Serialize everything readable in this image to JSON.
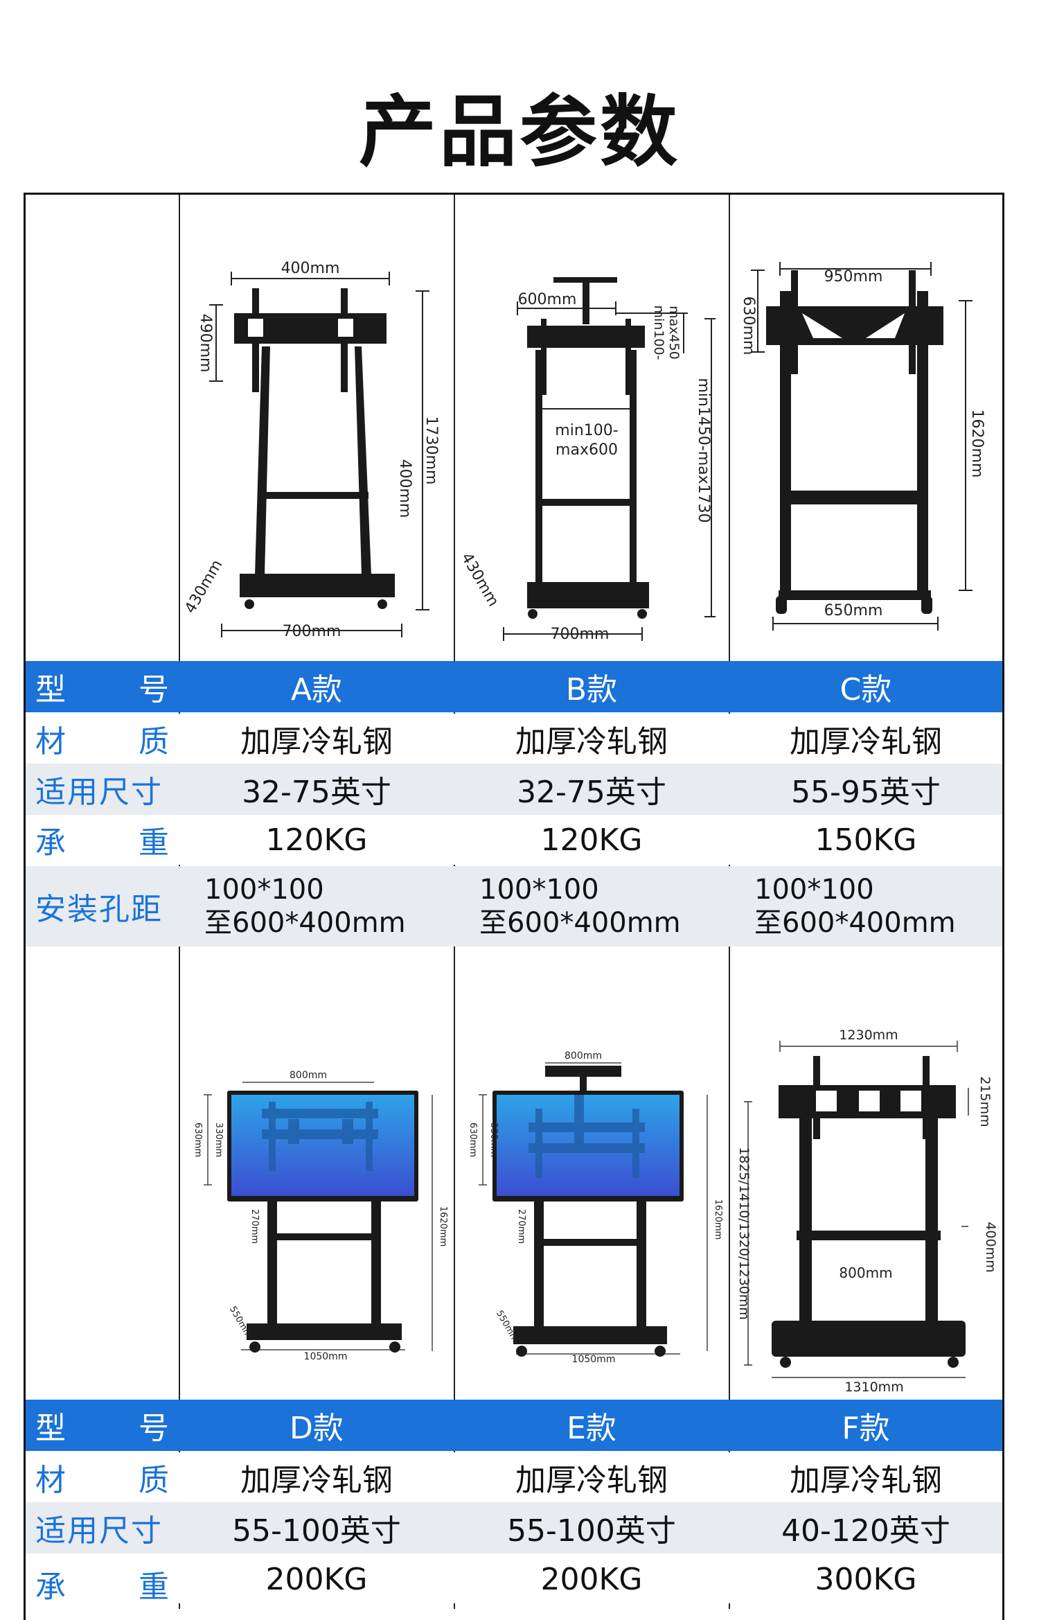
{
  "title": "产品参数",
  "colors": {
    "header_blue": "#1b72d8",
    "label_blue": "#1a73d9",
    "row_grey": "#e8ebf0"
  },
  "section1": {
    "diagrams": {
      "a": [
        "400mm",
        "490mm",
        "1730mm",
        "400mm",
        "430mm",
        "700mm"
      ],
      "b": [
        "600mm",
        "min100-",
        "max450",
        "min1450-max1730",
        "min100-",
        "max600",
        "430mm",
        "700mm"
      ],
      "c": [
        "950mm",
        "630mm",
        "1620mm",
        "650mm"
      ]
    },
    "header": {
      "label_chars": [
        "型",
        "号"
      ],
      "models": [
        "A款",
        "B款",
        "C款"
      ]
    },
    "rows": [
      {
        "label_chars": [
          "材",
          "质"
        ],
        "values": [
          "加厚冷轧钢",
          "加厚冷轧钢",
          "加厚冷轧钢"
        ]
      },
      {
        "label": "适用尺寸",
        "values": [
          "32-75英寸",
          "32-75英寸",
          "55-95英寸"
        ]
      },
      {
        "label_chars": [
          "承",
          "重"
        ],
        "values": [
          "120KG",
          "120KG",
          "150KG"
        ]
      },
      {
        "label": "安装孔距",
        "values": [
          [
            "100*100",
            "至600*400mm"
          ],
          [
            "100*100",
            "至600*400mm"
          ],
          [
            "100*100",
            "至600*400mm"
          ]
        ]
      }
    ]
  },
  "section2": {
    "diagrams": {
      "d": [
        "800mm",
        "630mm",
        "330mm",
        "1620mm",
        "270mm",
        "550mm",
        "1050mm"
      ],
      "e": [
        "800mm",
        "630mm",
        "330mm",
        "1620mm",
        "270mm",
        "550mm",
        "1050mm"
      ],
      "f": [
        "1230mm",
        "215mm",
        "1825/1410/1320/1230mm",
        "400mm",
        "800mm",
        "1310mm"
      ]
    },
    "header": {
      "label_chars": [
        "型",
        "号"
      ],
      "models": [
        "D款",
        "E款",
        "F款"
      ]
    },
    "rows": [
      {
        "label_chars": [
          "材",
          "质"
        ],
        "values": [
          "加厚冷轧钢",
          "加厚冷轧钢",
          "加厚冷轧钢"
        ]
      },
      {
        "label": "适用尺寸",
        "values": [
          "55-100英寸",
          "55-100英寸",
          "40-120英寸"
        ]
      },
      {
        "label_chars": [
          "承",
          "重"
        ],
        "values": [
          "200KG",
          "200KG",
          "300KG"
        ]
      }
    ]
  }
}
